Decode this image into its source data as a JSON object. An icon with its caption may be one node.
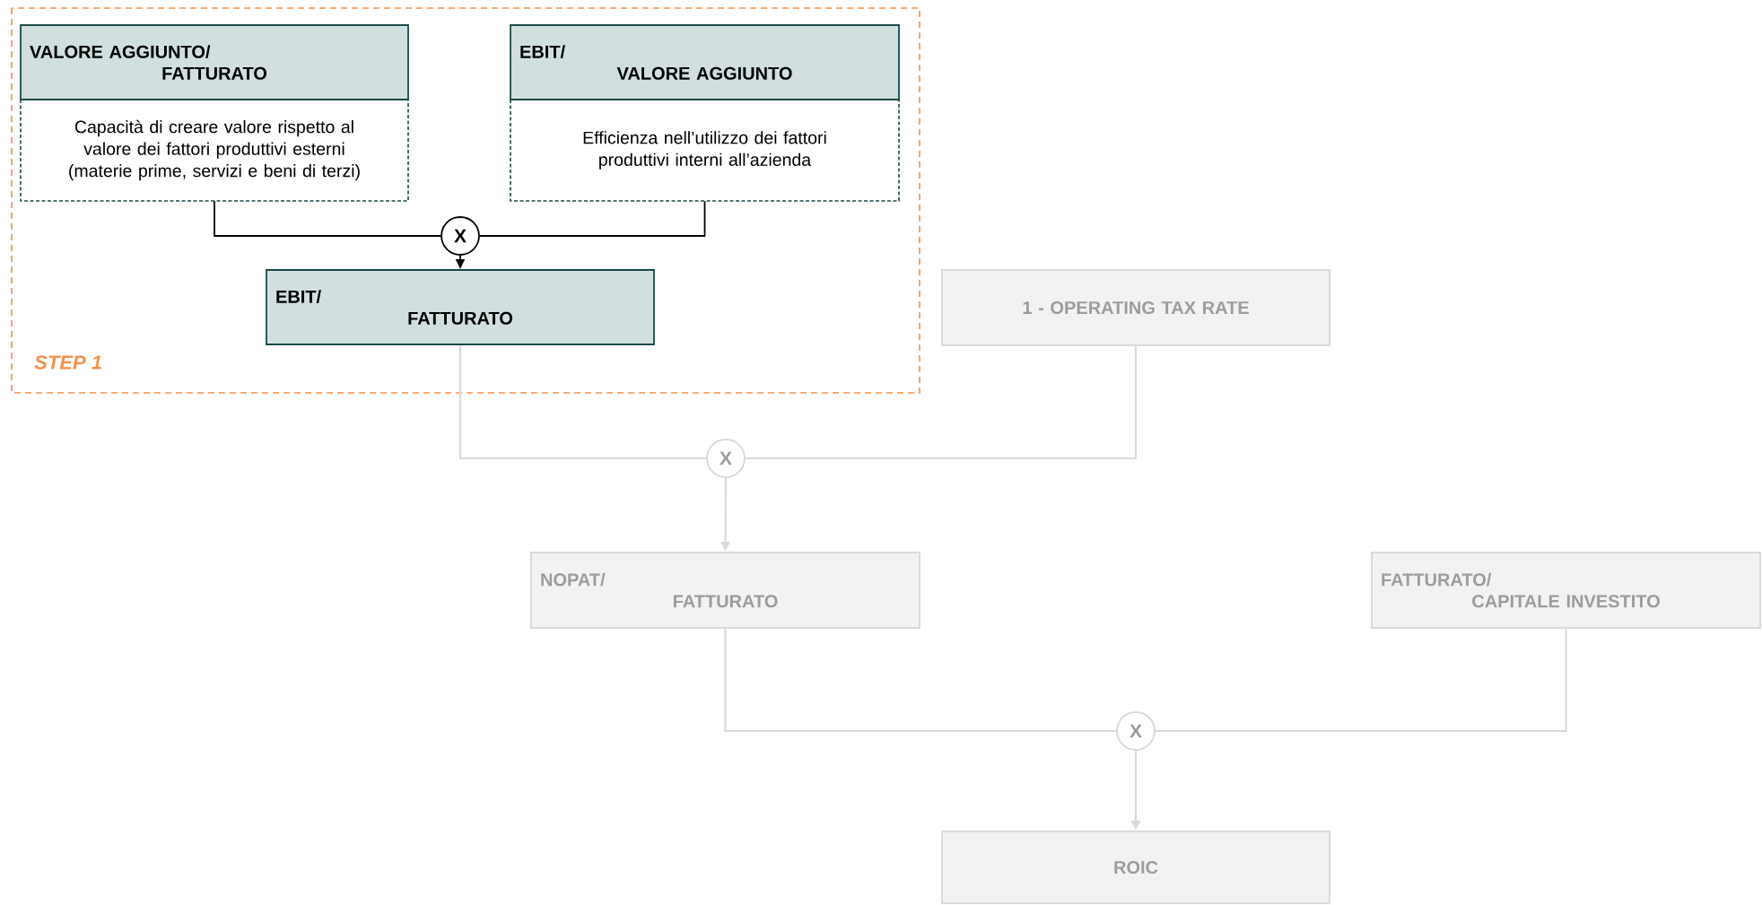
{
  "diagram": {
    "nodes": [
      {
        "text": [
          "STEP 1"
        ]
      },
      {
        "text": [
          "VALORE AGGIUNTO/ FATTURATO",
          "Capacità di creare valore rispetto al valore dei fattori produttivi esterni (materie prime, servizi e beni di terzi)"
        ],
        "in": 0
      },
      {
        "text": [
          "EBIT/ VALORE AGGIUNTO",
          "Efficienza nell’utilizzo dei fattori produttivi interni all’azienda"
        ],
        "in": 0
      },
      {
        "text": [
          "X"
        ],
        "in": 0
      },
      {
        "text": [
          "EBIT/ FATTURATO"
        ],
        "in": 0
      },
      {
        "text": [
          "1 - OPERATING TAX RATE"
        ]
      },
      {
        "text": [
          "X"
        ]
      },
      {
        "text": [
          "NOPAT/ FATTURATO"
        ]
      },
      {
        "text": [
          "FATTURATO/ CAPITALE INVESTITO"
        ]
      },
      {
        "text": [
          "X"
        ]
      },
      {
        "text": [
          "ROIC"
        ]
      }
    ],
    "edges": [
      {
        "from": 1,
        "to": 3,
        "arrow": "none",
        "color": "#000000"
      },
      {
        "from": 2,
        "to": 3,
        "arrow": "none",
        "color": "#000000"
      },
      {
        "from": 3,
        "to": 4,
        "arrow": "to",
        "color": "#000000"
      },
      {
        "from": 4,
        "to": 6,
        "arrow": "none"
      },
      {
        "from": 5,
        "to": 6,
        "arrow": "none"
      },
      {
        "from": 6,
        "to": 7,
        "arrow": "to"
      },
      {
        "from": 7,
        "to": 9,
        "arrow": "none"
      },
      {
        "from": 8,
        "to": 9,
        "arrow": "none"
      },
      {
        "from": 9,
        "to": 10,
        "arrow": "to"
      }
    ]
  }
}
